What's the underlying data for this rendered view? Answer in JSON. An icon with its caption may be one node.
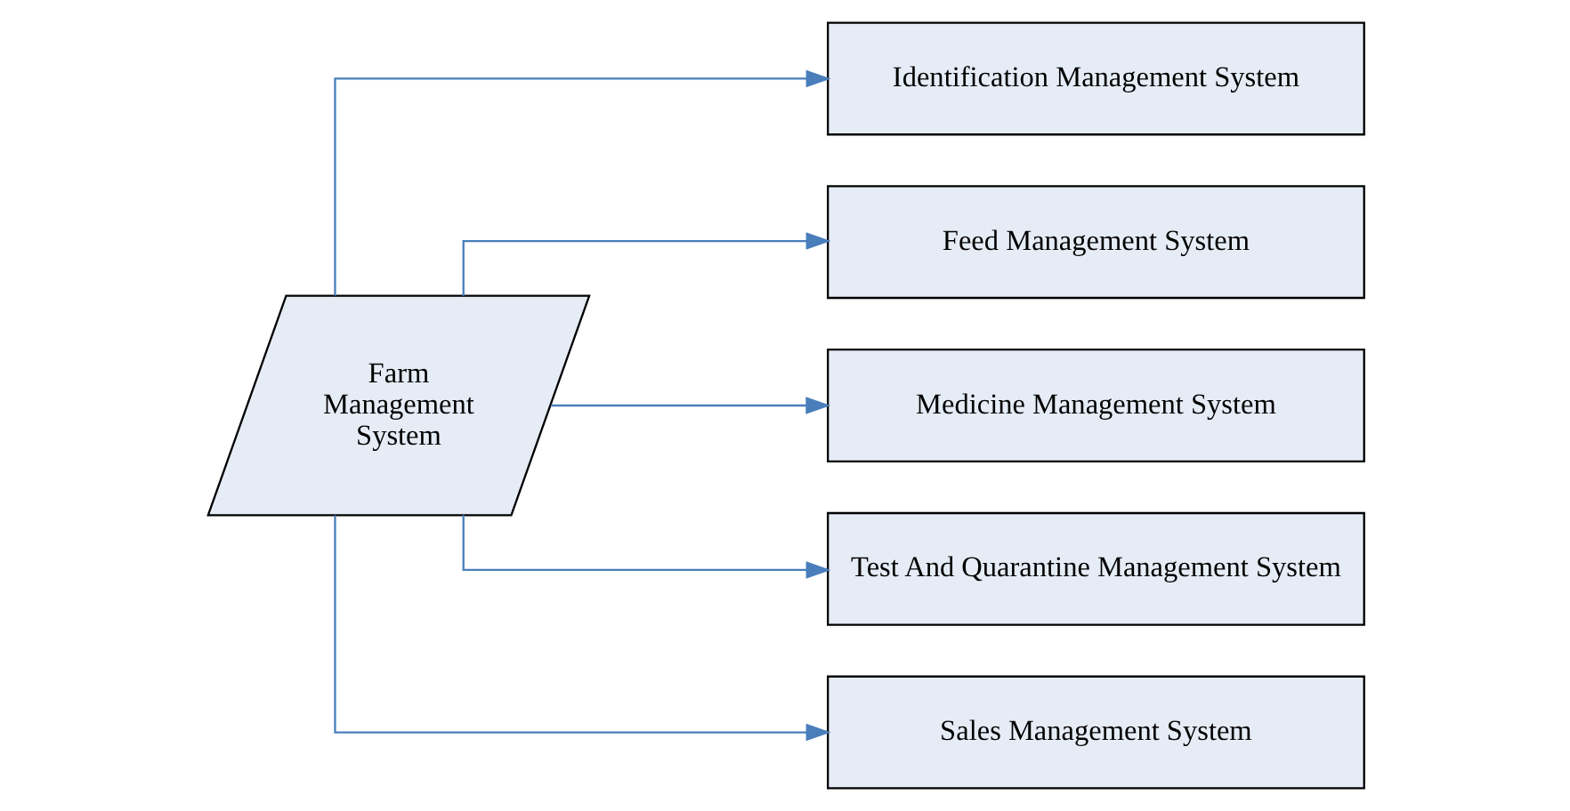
{
  "diagram": {
    "nodes": [
      {
        "text": [
          "Farm Management System"
        ]
      },
      {
        "text": [
          "Identification Management System"
        ]
      },
      {
        "text": [
          "Feed Management System"
        ]
      },
      {
        "text": [
          "Medicine Management System"
        ]
      },
      {
        "text": [
          "Test And Quarantine Management System"
        ]
      },
      {
        "text": [
          "Sales Management System"
        ]
      }
    ],
    "edges": [
      {
        "from": 0,
        "to": 1,
        "arrow": "to"
      },
      {
        "from": 0,
        "to": 2,
        "arrow": "to"
      },
      {
        "from": 0,
        "to": 3,
        "arrow": "to"
      },
      {
        "from": 0,
        "to": 4,
        "arrow": "to"
      },
      {
        "from": 0,
        "to": 5,
        "arrow": "to"
      }
    ]
  }
}
